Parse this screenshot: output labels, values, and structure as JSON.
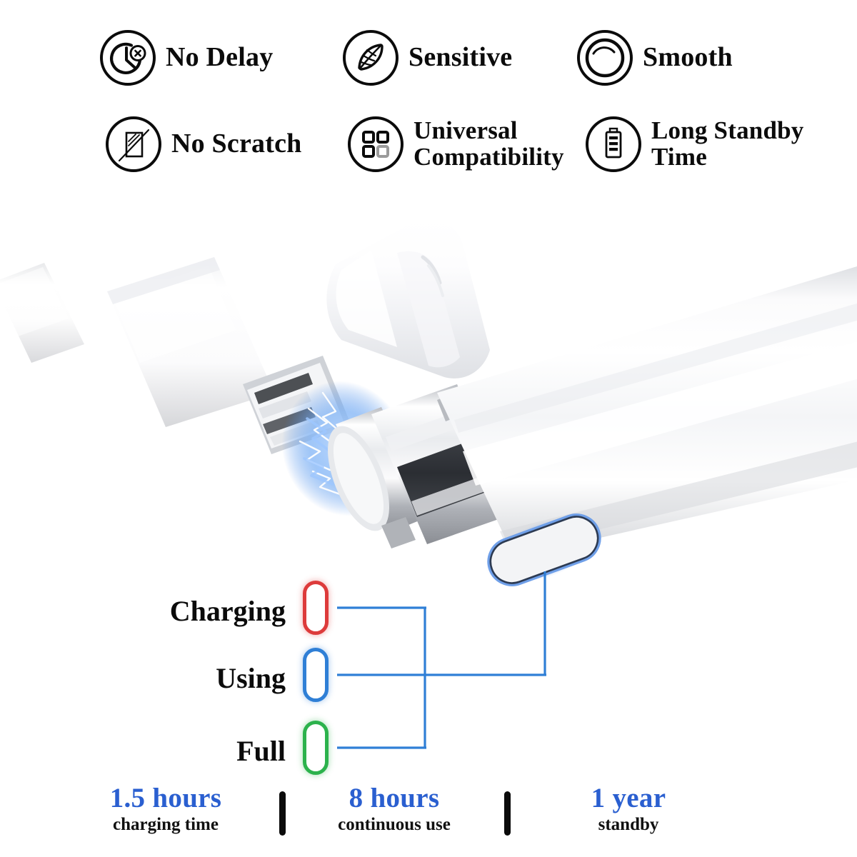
{
  "features": [
    {
      "id": "no-delay",
      "label": "No Delay",
      "icon": "clock-no-delay-icon"
    },
    {
      "id": "sensitive",
      "label": "Sensitive",
      "icon": "feather-icon"
    },
    {
      "id": "smooth",
      "label": "Smooth",
      "icon": "circle-smooth-icon"
    },
    {
      "id": "no-scratch",
      "label": "No Scratch",
      "icon": "screen-no-scratch-icon"
    },
    {
      "id": "universal",
      "label": "Universal\nCompatibility",
      "icon": "grid-squares-icon"
    },
    {
      "id": "standby",
      "label": "Long Standby\nTime",
      "icon": "battery-icon"
    }
  ],
  "led_legend": {
    "items": [
      {
        "label": "Charging",
        "color": "#dd3b3b",
        "state": "charging"
      },
      {
        "label": "Using",
        "color": "#2f7fd6",
        "state": "using"
      },
      {
        "label": "Full",
        "color": "#2cb24c",
        "state": "full"
      }
    ],
    "connector_color": "#2f7fd6"
  },
  "stats": {
    "accent_color": "#2a5fd0",
    "items": [
      {
        "value": "1.5 hours",
        "caption": "charging time"
      },
      {
        "value": "8 hours",
        "caption": "continuous use"
      },
      {
        "value": "1 year",
        "caption": "standby"
      }
    ]
  },
  "product": {
    "cable": "usb-charging-cable",
    "connector": "micro-usb-connector",
    "spark": "magnetic-spark-effect",
    "cap": "stylus-pen-cap",
    "body": "stylus-pen-body",
    "button": "power-button-led"
  }
}
